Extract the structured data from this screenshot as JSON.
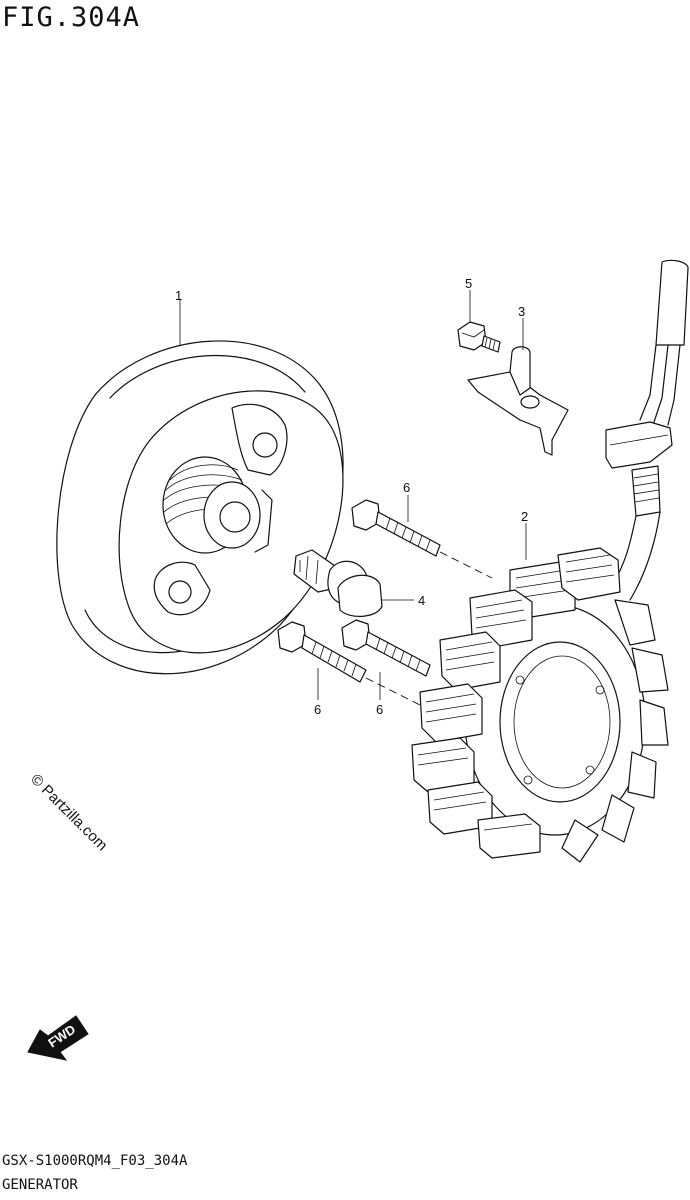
{
  "figure": {
    "title": "FIG.304A",
    "code": "GSX-S1000RQM4_F03_304A",
    "name": "GENERATOR"
  },
  "callouts": [
    {
      "id": "c1",
      "text": "1"
    },
    {
      "id": "c2",
      "text": "2"
    },
    {
      "id": "c3",
      "text": "3"
    },
    {
      "id": "c4",
      "text": "4"
    },
    {
      "id": "c5",
      "text": "5"
    },
    {
      "id": "c6a",
      "text": "6"
    },
    {
      "id": "c6b",
      "text": "6"
    },
    {
      "id": "c6c",
      "text": "6"
    }
  ],
  "watermark": "© Partzilla.com",
  "direction": {
    "label": "FWD",
    "icon": "forward-arrow-icon"
  }
}
